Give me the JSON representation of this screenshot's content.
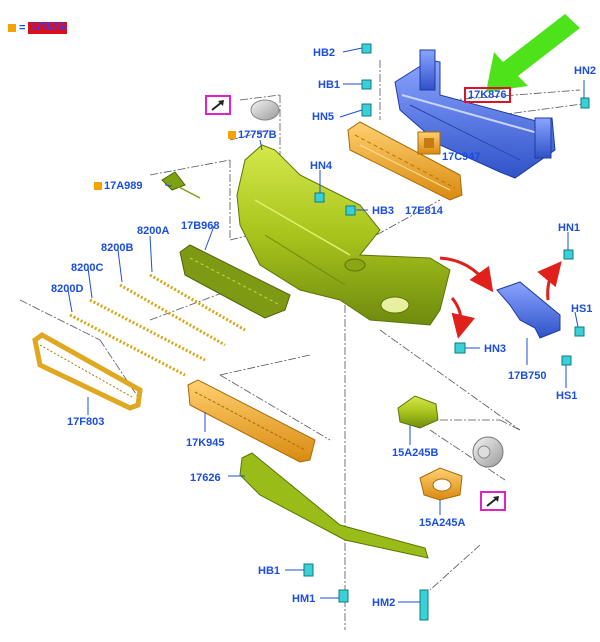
{
  "legend": {
    "equals": "=",
    "code": "17757B"
  },
  "labels": {
    "HB2": "HB2",
    "HB1_top": "HB1",
    "HN5": "HN5",
    "HN2": "HN2",
    "17K876": "17K876",
    "17C947": "17C947",
    "17757B": "17757B",
    "HN4": "HN4",
    "17A989": "17A989",
    "HB3": "HB3",
    "17E814": "17E814",
    "17B968": "17B968",
    "8200A": "8200A",
    "8200B": "8200B",
    "8200C": "8200C",
    "8200D": "8200D",
    "HN1": "HN1",
    "HS1_right": "HS1",
    "HN3": "HN3",
    "17B750": "17B750",
    "HS1_bottom": "HS1",
    "17F803": "17F803",
    "17K945": "17K945",
    "15A245B": "15A245B",
    "17626": "17626",
    "15A245A": "15A245A",
    "HB1_bottom": "HB1",
    "HM1": "HM1",
    "HM2": "HM2"
  },
  "colors": {
    "label": "#1a4ee0",
    "bumper": "#a8c41c",
    "reinforcement": "#4a6fe0",
    "absorber": "#f0a820",
    "fastener": "#3ad0d8",
    "callout_arrow": "#4ee21a",
    "red_arrow": "#e0201a",
    "highlight_box": "#e020c8",
    "orange_marker": "#f5a300"
  },
  "icons": [
    "arrow-up-right-icon",
    "arrow-up-right-icon"
  ]
}
